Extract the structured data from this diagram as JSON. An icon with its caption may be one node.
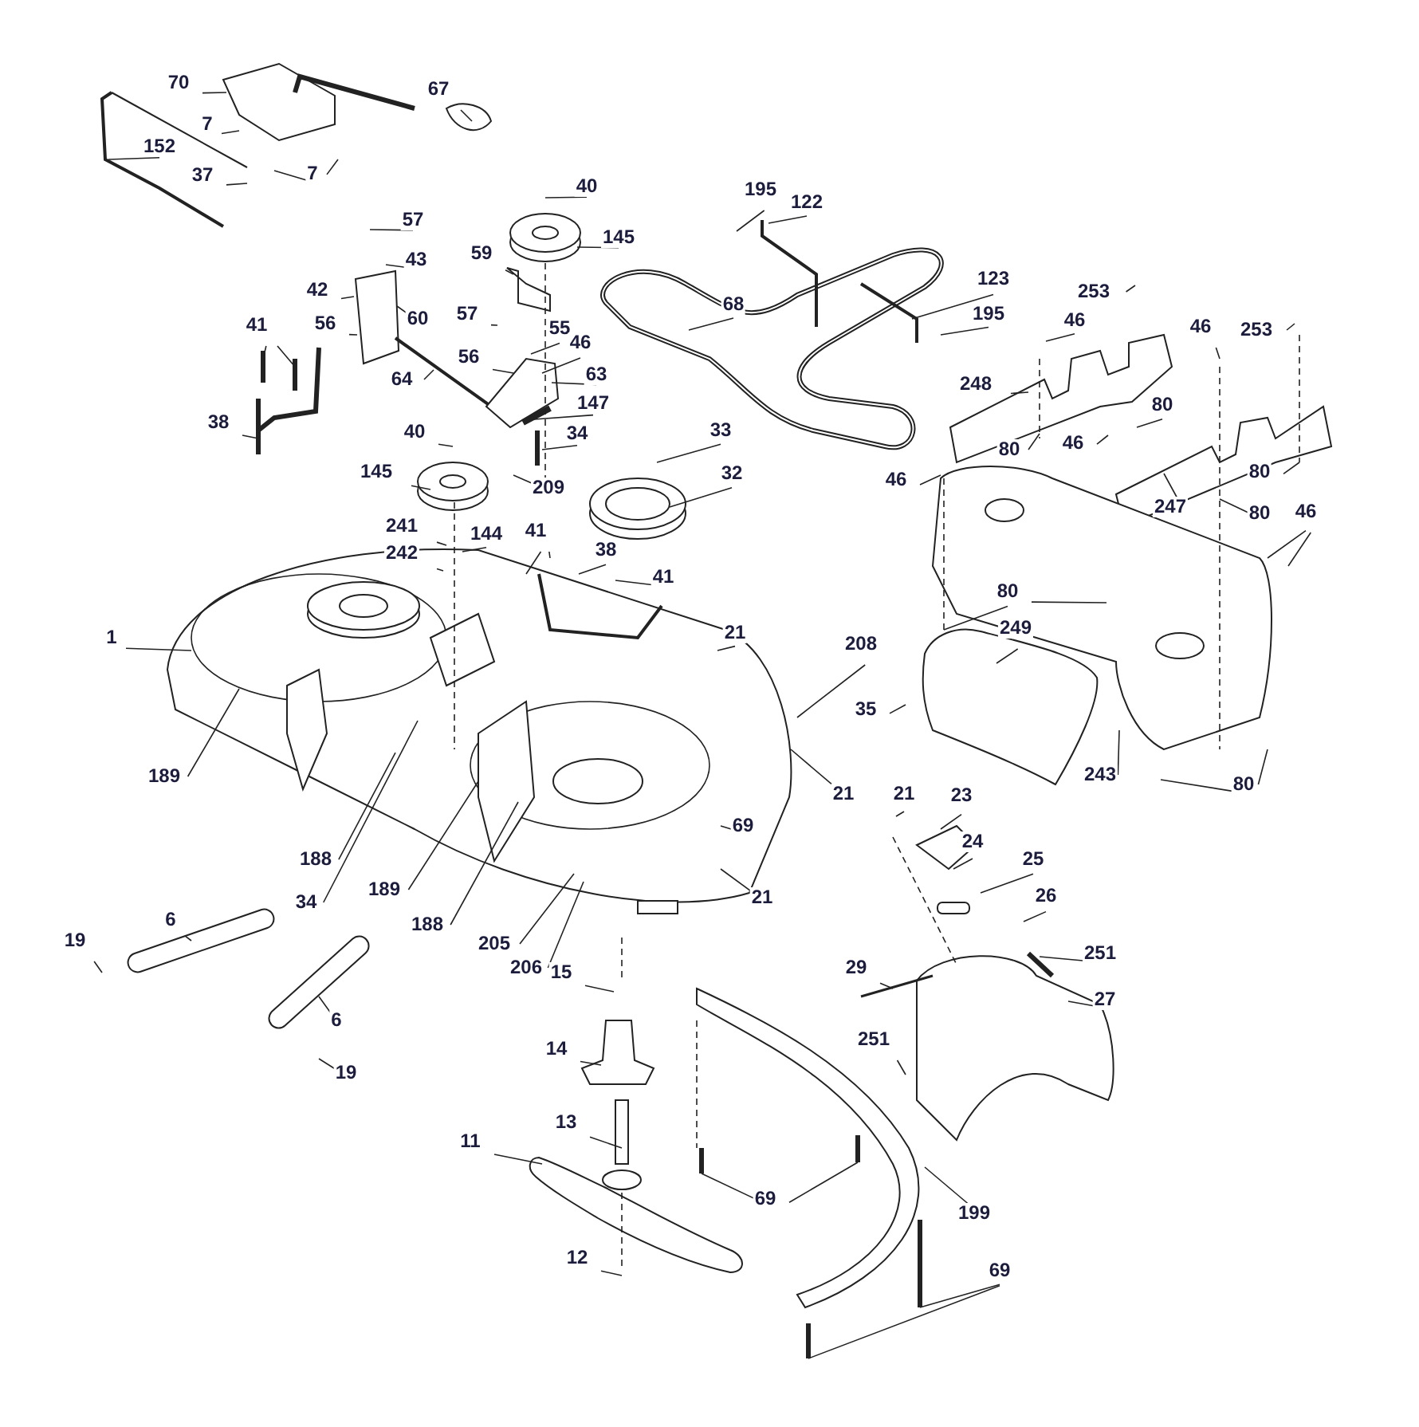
{
  "diagram": {
    "nodes": [
      {
        "text": [
          "70"
        ]
      },
      {
        "text": [
          "67"
        ]
      },
      {
        "text": [
          "7"
        ]
      },
      {
        "text": [
          "152"
        ]
      },
      {
        "text": [
          "37"
        ]
      },
      {
        "text": [
          "7"
        ]
      },
      {
        "text": [
          "40"
        ]
      },
      {
        "text": [
          "57"
        ]
      },
      {
        "text": [
          "145"
        ]
      },
      {
        "text": [
          "43"
        ]
      },
      {
        "text": [
          "59"
        ]
      },
      {
        "text": [
          "42"
        ]
      },
      {
        "text": [
          "56"
        ]
      },
      {
        "text": [
          "60"
        ]
      },
      {
        "text": [
          "57"
        ]
      },
      {
        "text": [
          "41"
        ]
      },
      {
        "text": [
          "55"
        ]
      },
      {
        "text": [
          "46"
        ]
      },
      {
        "text": [
          "56"
        ]
      },
      {
        "text": [
          "64"
        ]
      },
      {
        "text": [
          "63"
        ]
      },
      {
        "text": [
          "147"
        ]
      },
      {
        "text": [
          "38"
        ]
      },
      {
        "text": [
          "34"
        ]
      },
      {
        "text": [
          "40"
        ]
      },
      {
        "text": [
          "145"
        ]
      },
      {
        "text": [
          "209"
        ]
      },
      {
        "text": [
          "33"
        ]
      },
      {
        "text": [
          "32"
        ]
      },
      {
        "text": [
          "68"
        ]
      },
      {
        "text": [
          "195"
        ]
      },
      {
        "text": [
          "122"
        ]
      },
      {
        "text": [
          "123"
        ]
      },
      {
        "text": [
          "195"
        ]
      },
      {
        "text": [
          "253"
        ]
      },
      {
        "text": [
          "46"
        ]
      },
      {
        "text": [
          "248"
        ]
      },
      {
        "text": [
          "46"
        ]
      },
      {
        "text": [
          "253"
        ]
      },
      {
        "text": [
          "80"
        ]
      },
      {
        "text": [
          "80"
        ]
      },
      {
        "text": [
          "46"
        ]
      },
      {
        "text": [
          "46"
        ]
      },
      {
        "text": [
          "247"
        ]
      },
      {
        "text": [
          "80"
        ]
      },
      {
        "text": [
          "80"
        ]
      },
      {
        "text": [
          "46"
        ]
      },
      {
        "text": [
          "1"
        ]
      },
      {
        "text": [
          "241"
        ]
      },
      {
        "text": [
          "242"
        ]
      },
      {
        "text": [
          "144"
        ]
      },
      {
        "text": [
          "41"
        ]
      },
      {
        "text": [
          "38"
        ]
      },
      {
        "text": [
          "41"
        ]
      },
      {
        "text": [
          "21"
        ]
      },
      {
        "text": [
          "208"
        ]
      },
      {
        "text": [
          "35"
        ]
      },
      {
        "text": [
          "249"
        ]
      },
      {
        "text": [
          "243"
        ]
      },
      {
        "text": [
          "80"
        ]
      },
      {
        "text": [
          "80"
        ]
      },
      {
        "text": [
          "189"
        ]
      },
      {
        "text": [
          "188"
        ]
      },
      {
        "text": [
          "34"
        ]
      },
      {
        "text": [
          "189"
        ]
      },
      {
        "text": [
          "188"
        ]
      },
      {
        "text": [
          "205"
        ]
      },
      {
        "text": [
          "206"
        ]
      },
      {
        "text": [
          "21"
        ]
      },
      {
        "text": [
          "21"
        ]
      },
      {
        "text": [
          "69"
        ]
      },
      {
        "text": [
          "21"
        ]
      },
      {
        "text": [
          "23"
        ]
      },
      {
        "text": [
          "24"
        ]
      },
      {
        "text": [
          "25"
        ]
      },
      {
        "text": [
          "26"
        ]
      },
      {
        "text": [
          "251"
        ]
      },
      {
        "text": [
          "29"
        ]
      },
      {
        "text": [
          "27"
        ]
      },
      {
        "text": [
          "251"
        ]
      },
      {
        "text": [
          "15"
        ]
      },
      {
        "text": [
          "14"
        ]
      },
      {
        "text": [
          "13"
        ]
      },
      {
        "text": [
          "11"
        ]
      },
      {
        "text": [
          "12"
        ]
      },
      {
        "text": [
          "19"
        ]
      },
      {
        "text": [
          "6"
        ]
      },
      {
        "text": [
          "6"
        ]
      },
      {
        "text": [
          "19"
        ]
      },
      {
        "text": [
          "69"
        ]
      },
      {
        "text": [
          "199"
        ]
      },
      {
        "text": [
          "69"
        ]
      }
    ],
    "edges": [
      {
        "from": 0,
        "to": null,
        "arrow": "none"
      },
      {
        "from": 1,
        "to": null,
        "arrow": "none"
      },
      {
        "from": 2,
        "to": null,
        "arrow": "none"
      },
      {
        "from": 3,
        "to": null,
        "arrow": "none"
      },
      {
        "from": 4,
        "to": null,
        "arrow": "none"
      },
      {
        "from": 5,
        "to": null,
        "arrow": "none"
      },
      {
        "from": 5,
        "to": null,
        "arrow": "none"
      },
      {
        "from": 6,
        "to": null,
        "arrow": "none"
      },
      {
        "from": 7,
        "to": null,
        "arrow": "none"
      },
      {
        "from": 8,
        "to": null,
        "arrow": "none"
      },
      {
        "from": 9,
        "to": null,
        "arrow": "none"
      },
      {
        "from": 10,
        "to": null,
        "arrow": "none"
      },
      {
        "from": 11,
        "to": null,
        "arrow": "none"
      },
      {
        "from": 12,
        "to": null,
        "arrow": "none"
      },
      {
        "from": 13,
        "to": null,
        "arrow": "none"
      },
      {
        "from": 14,
        "to": null,
        "arrow": "none"
      },
      {
        "from": 15,
        "to": null,
        "arrow": "none"
      },
      {
        "from": 15,
        "to": null,
        "arrow": "none"
      },
      {
        "from": 16,
        "to": null,
        "arrow": "none"
      },
      {
        "from": 17,
        "to": null,
        "arrow": "none"
      },
      {
        "from": 18,
        "to": null,
        "arrow": "none"
      },
      {
        "from": 19,
        "to": null,
        "arrow": "none"
      },
      {
        "from": 20,
        "to": null,
        "arrow": "none"
      },
      {
        "from": 21,
        "to": null,
        "arrow": "none"
      },
      {
        "from": 22,
        "to": null,
        "arrow": "none"
      },
      {
        "from": 23,
        "to": null,
        "arrow": "none"
      },
      {
        "from": 24,
        "to": null,
        "arrow": "none"
      },
      {
        "from": 25,
        "to": null,
        "arrow": "none"
      },
      {
        "from": 26,
        "to": null,
        "arrow": "none"
      },
      {
        "from": 27,
        "to": null,
        "arrow": "none"
      },
      {
        "from": 28,
        "to": null,
        "arrow": "none"
      },
      {
        "from": 29,
        "to": null,
        "arrow": "none"
      },
      {
        "from": 30,
        "to": null,
        "arrow": "none"
      },
      {
        "from": 31,
        "to": null,
        "arrow": "none"
      },
      {
        "from": 32,
        "to": null,
        "arrow": "none"
      },
      {
        "from": 33,
        "to": null,
        "arrow": "none"
      },
      {
        "from": 34,
        "to": null,
        "arrow": "none"
      },
      {
        "from": 35,
        "to": null,
        "arrow": "none"
      },
      {
        "from": 36,
        "to": null,
        "arrow": "none"
      },
      {
        "from": 37,
        "to": null,
        "arrow": "none"
      },
      {
        "from": 38,
        "to": null,
        "arrow": "none"
      },
      {
        "from": 39,
        "to": null,
        "arrow": "none"
      },
      {
        "from": 40,
        "to": null,
        "arrow": "none"
      },
      {
        "from": 41,
        "to": null,
        "arrow": "none"
      },
      {
        "from": 42,
        "to": null,
        "arrow": "none"
      },
      {
        "from": 43,
        "to": null,
        "arrow": "none"
      },
      {
        "from": 44,
        "to": null,
        "arrow": "none"
      },
      {
        "from": 45,
        "to": null,
        "arrow": "none"
      },
      {
        "from": 46,
        "to": null,
        "arrow": "none"
      },
      {
        "from": 46,
        "to": null,
        "arrow": "none"
      },
      {
        "from": 47,
        "to": null,
        "arrow": "none"
      },
      {
        "from": 48,
        "to": null,
        "arrow": "none"
      },
      {
        "from": 49,
        "to": null,
        "arrow": "none"
      },
      {
        "from": 50,
        "to": null,
        "arrow": "none"
      },
      {
        "from": 51,
        "to": null,
        "arrow": "none"
      },
      {
        "from": 51,
        "to": null,
        "arrow": "none"
      },
      {
        "from": 52,
        "to": null,
        "arrow": "none"
      },
      {
        "from": 53,
        "to": null,
        "arrow": "none"
      },
      {
        "from": 54,
        "to": null,
        "arrow": "none"
      },
      {
        "from": 55,
        "to": null,
        "arrow": "none"
      },
      {
        "from": 56,
        "to": null,
        "arrow": "none"
      },
      {
        "from": 57,
        "to": null,
        "arrow": "none"
      },
      {
        "from": 58,
        "to": null,
        "arrow": "none"
      },
      {
        "from": 59,
        "to": null,
        "arrow": "none"
      },
      {
        "from": 59,
        "to": null,
        "arrow": "none"
      },
      {
        "from": 60,
        "to": null,
        "arrow": "none"
      },
      {
        "from": 60,
        "to": null,
        "arrow": "none"
      },
      {
        "from": 61,
        "to": null,
        "arrow": "none"
      },
      {
        "from": 62,
        "to": null,
        "arrow": "none"
      },
      {
        "from": 63,
        "to": null,
        "arrow": "none"
      },
      {
        "from": 64,
        "to": null,
        "arrow": "none"
      },
      {
        "from": 65,
        "to": null,
        "arrow": "none"
      },
      {
        "from": 66,
        "to": null,
        "arrow": "none"
      },
      {
        "from": 67,
        "to": null,
        "arrow": "none"
      },
      {
        "from": 68,
        "to": null,
        "arrow": "none"
      },
      {
        "from": 69,
        "to": null,
        "arrow": "none"
      },
      {
        "from": 70,
        "to": null,
        "arrow": "none"
      },
      {
        "from": 71,
        "to": null,
        "arrow": "none"
      },
      {
        "from": 72,
        "to": null,
        "arrow": "none"
      },
      {
        "from": 73,
        "to": null,
        "arrow": "none"
      },
      {
        "from": 74,
        "to": null,
        "arrow": "none"
      },
      {
        "from": 75,
        "to": null,
        "arrow": "none"
      },
      {
        "from": 76,
        "to": null,
        "arrow": "none"
      },
      {
        "from": 77,
        "to": null,
        "arrow": "none"
      },
      {
        "from": 78,
        "to": null,
        "arrow": "none"
      },
      {
        "from": 79,
        "to": null,
        "arrow": "none"
      },
      {
        "from": 80,
        "to": null,
        "arrow": "none"
      },
      {
        "from": 81,
        "to": null,
        "arrow": "none"
      },
      {
        "from": 82,
        "to": null,
        "arrow": "none"
      },
      {
        "from": 83,
        "to": null,
        "arrow": "none"
      },
      {
        "from": 84,
        "to": null,
        "arrow": "none"
      },
      {
        "from": 85,
        "to": null,
        "arrow": "none"
      },
      {
        "from": 86,
        "to": null,
        "arrow": "none"
      },
      {
        "from": 87,
        "to": null,
        "arrow": "none"
      },
      {
        "from": 88,
        "to": null,
        "arrow": "none"
      },
      {
        "from": 89,
        "to": null,
        "arrow": "none"
      },
      {
        "from": 89,
        "to": null,
        "arrow": "none"
      },
      {
        "from": 90,
        "to": null,
        "arrow": "none"
      },
      {
        "from": 91,
        "to": null,
        "arrow": "none"
      },
      {
        "from": 91,
        "to": null,
        "arrow": "none"
      }
    ]
  }
}
